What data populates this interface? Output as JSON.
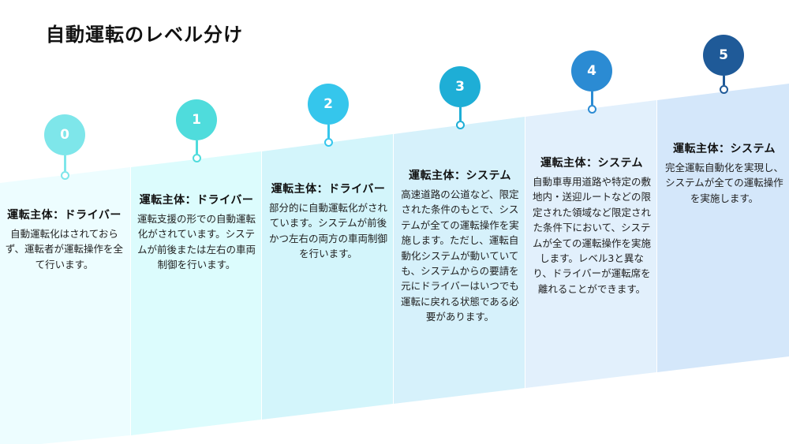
{
  "title": "自動運転のレベル分け",
  "levels": [
    {
      "number": "0",
      "color": "#7ee6ea",
      "heading": "運転主体：ドライバー",
      "body": "自動運転化はされておらず、運転者が運転操作を全て行います。"
    },
    {
      "number": "1",
      "color": "#4fdcdc",
      "heading": "運転主体：ドライバー",
      "body": "運転支援の形での自動運転化がされています。システムが前後または左右の車両制御を行います。"
    },
    {
      "number": "2",
      "color": "#35c6ec",
      "heading": "運転主体：ドライバー",
      "body": "部分的に自動運転化がされています。システムが前後かつ左右の両方の車両制御を行います。"
    },
    {
      "number": "3",
      "color": "#1eaed6",
      "heading": "運転主体：システム",
      "body": "高速道路の公道など、限定された条件のもとで、システムが全ての運転操作を実施します。ただし、運転自動化システムが動いていても、システムからの要請を元にドライバーはいつでも運転に戻れる状態である必要があります。"
    },
    {
      "number": "4",
      "color": "#2b8bd3",
      "heading": "運転主体：システム",
      "body": "自動車専用道路や特定の敷地内・送迎ルートなどの限定された領域など限定された条件下において、システムが全ての運転操作を実施します。レベル3と異なり、ドライバーが運転席を離れることができます。"
    },
    {
      "number": "5",
      "color": "#1f5a98",
      "heading": "運転主体：システム",
      "body": "完全運転自動化を実現し、システムが全ての運転操作を実施します。"
    }
  ],
  "colors": {
    "band_fills": [
      "#edfdff",
      "#dcfcfd",
      "#d3f5fb",
      "#d6f1fb",
      "#e2f0fc",
      "#d4e7fa"
    ]
  }
}
